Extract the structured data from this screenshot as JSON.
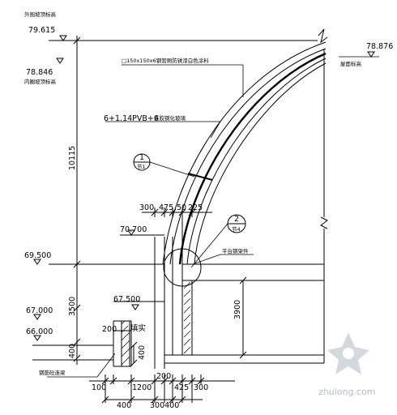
{
  "elevations": {
    "top": "79.615",
    "top_note": "外围坡顶标高",
    "second": "78.846",
    "second_note": "内圈坡顶标高",
    "right": "78.876",
    "right_note": "屋面标高",
    "e70700": "70.700",
    "e69500": "69.500",
    "e67500": "67.500",
    "e67000": "67.000",
    "e66000": "66.000"
  },
  "dimensions": {
    "height_10115": "10115",
    "height_3500": "3500",
    "height_3900": "3900",
    "height_400_left": "400",
    "height_400_mid": "400",
    "top_300": "300",
    "top_475": "475",
    "top_50": "50",
    "top_225": "225",
    "mid_200": "200",
    "bot_100": "100",
    "bot_1200": "1200",
    "bot_200": "200",
    "bot_425": "425",
    "bot_300": "300",
    "bot2_400": "400",
    "bot2_300400": "300400"
  },
  "notes": {
    "tube": "□150x150x6钢管刷防锈漆白色涂料",
    "glass": "6+1.14PVB+6",
    "glass_suffix": "夹胶钢化玻璃",
    "platform": "平台钢架件",
    "fill": "填实",
    "rebar": "钢筋砼连梁"
  },
  "callouts": {
    "c1_num": "1",
    "c1_ref": "节1",
    "c2_num": "2",
    "c2_ref": "节4"
  },
  "watermark": "zhulong.com"
}
